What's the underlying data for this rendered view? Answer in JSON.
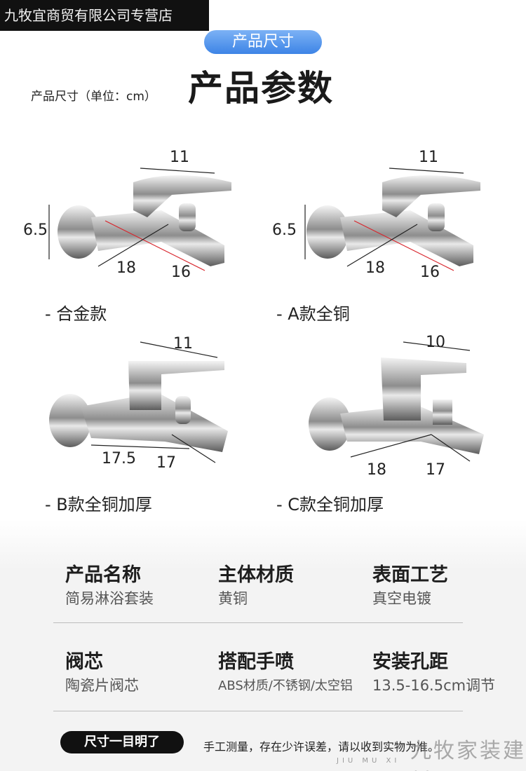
{
  "store": {
    "name": "九牧宜商贸有限公司专营店"
  },
  "header": {
    "pill": "产品尺寸",
    "title": "产品参数",
    "unit": "产品尺寸（单位：cm）"
  },
  "products": [
    {
      "caption": "- 合金款",
      "top": "11",
      "height": "6.5",
      "left": "18",
      "right": "16"
    },
    {
      "caption": "- A款全铜",
      "top": "11",
      "height": "6.5",
      "left": "18",
      "right": "16"
    },
    {
      "caption": "- B款全铜加厚",
      "top": "11",
      "left": "17.5",
      "right": "17"
    },
    {
      "caption": "- C款全铜加厚",
      "top": "10",
      "left": "18",
      "right": "17"
    }
  ],
  "specs": [
    {
      "label": "产品名称",
      "value": "简易淋浴套装"
    },
    {
      "label": "主体材质",
      "value": "黄铜"
    },
    {
      "label": "表面工艺",
      "value": "真空电镀"
    },
    {
      "label": "阀芯",
      "value": "陶瓷片阀芯"
    },
    {
      "label": "搭配手喷",
      "value": "ABS材质/不锈钢/太空铝"
    },
    {
      "label": "安装孔距",
      "value": "13.5-16.5cm调节"
    }
  ],
  "footer": {
    "pill": "尺寸一目明了",
    "note": "手工测量，存在少许误差，请以收到实物为准。"
  },
  "watermark": {
    "main": "九牧家装建材",
    "sub": "JIU MU XI"
  },
  "colors": {
    "pill_blue": "#4a8ee8",
    "dim_red": "#d8252c",
    "dark": "#111111"
  }
}
